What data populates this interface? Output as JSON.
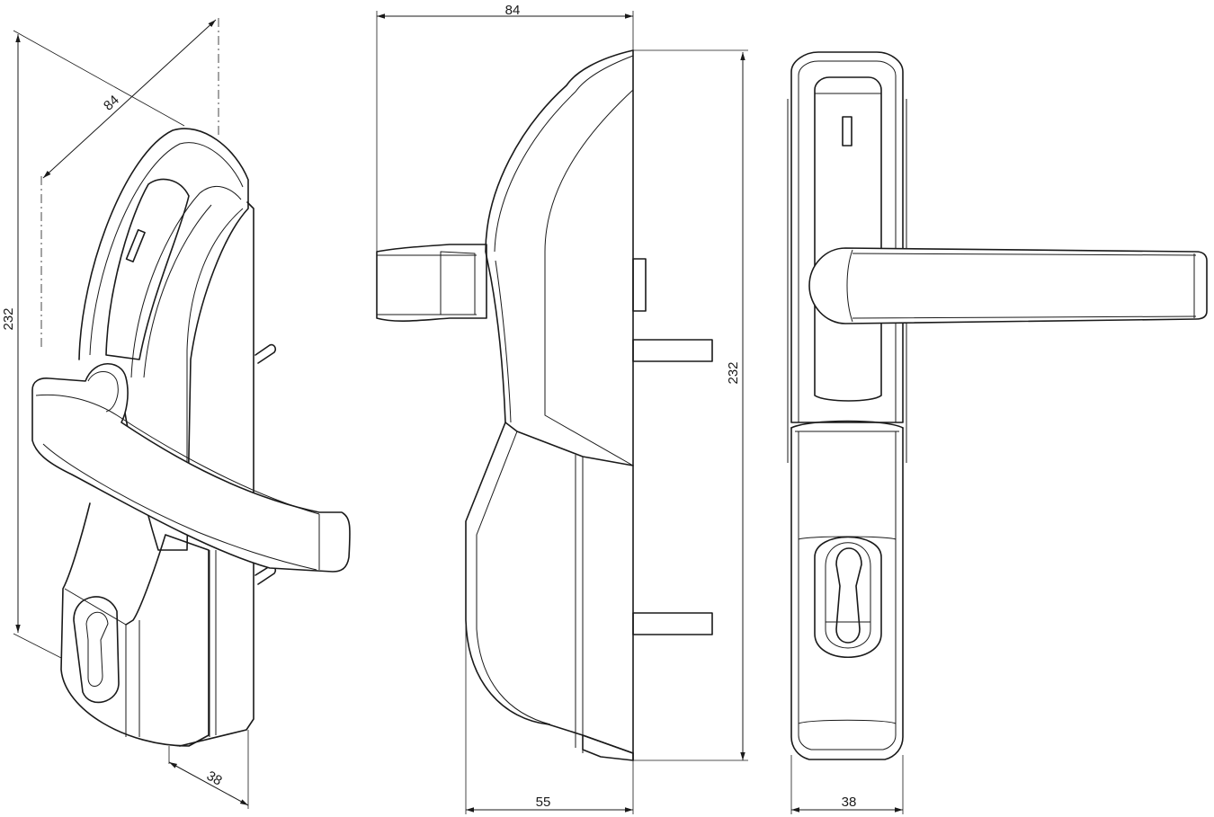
{
  "drawing": {
    "views": [
      "isometric",
      "side",
      "front"
    ]
  },
  "dimensions": {
    "iso_width": "84",
    "iso_height": "232",
    "iso_depth": "38",
    "side_width": "84",
    "side_height": "232",
    "side_bottom": "55",
    "front_bottom": "38"
  }
}
